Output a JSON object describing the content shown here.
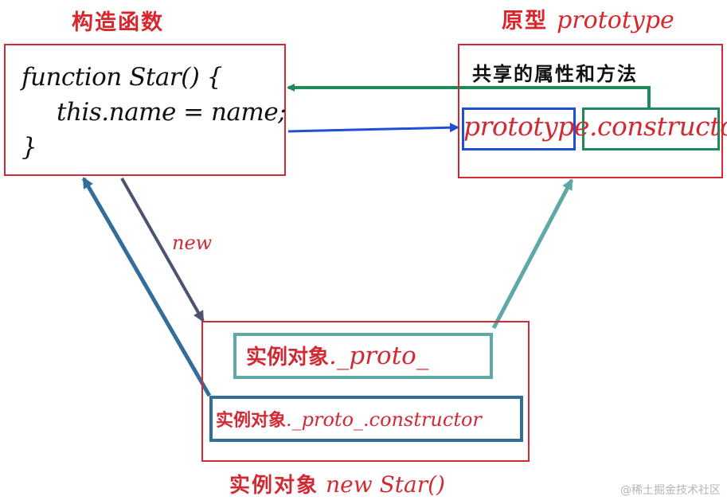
{
  "labels": {
    "constructor_title": "构造函数",
    "prototype_title_cn": "原型",
    "prototype_title_en": "prototype",
    "shared": "共享的属性和方法",
    "new_label": "new",
    "instance_proto_cn": "实例对象",
    "instance_proto_en": "._proto_",
    "instance_ctor_cn": "实例对象",
    "instance_ctor_en": "._proto_.constructor",
    "bottom_cn": "实例对象",
    "bottom_en": "new Star()",
    "watermark": "@稀土掘金技术社区"
  },
  "code": {
    "line1": "function Star() {",
    "line2": "this.name = name;",
    "line3": "}"
  },
  "prototype_box": {
    "prototype_part": "prototype",
    "constructor_part": ".constructor"
  },
  "colors": {
    "red": "#d22a33",
    "blue": "#1f4fd6",
    "green": "#1e8a5c",
    "teal": "#5fa8a6",
    "steel_blue": "#336e9a",
    "slate": "#4a5470"
  }
}
